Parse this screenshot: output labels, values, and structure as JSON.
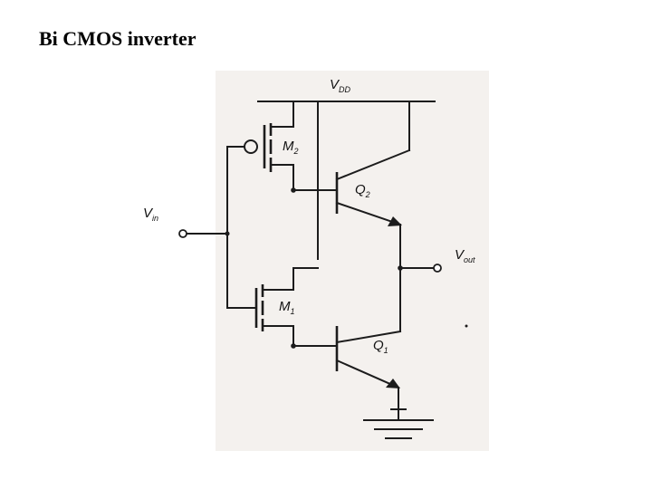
{
  "slide": {
    "title": "Bi CMOS inverter"
  },
  "circuit": {
    "labels": {
      "vdd": {
        "main": "V",
        "sub": "DD"
      },
      "vin": {
        "main": "V",
        "sub": "in"
      },
      "vout": {
        "main": "V",
        "sub": "out"
      },
      "m2": {
        "main": "M",
        "sub": "2"
      },
      "m1": {
        "main": "M",
        "sub": "1"
      },
      "q2": {
        "main": "Q",
        "sub": "2"
      },
      "q1": {
        "main": "Q",
        "sub": "1"
      }
    },
    "components": [
      {
        "name": "M2",
        "kind": "PMOS transistor"
      },
      {
        "name": "M1",
        "kind": "NMOS transistor"
      },
      {
        "name": "Q2",
        "kind": "NPN transistor"
      },
      {
        "name": "Q1",
        "kind": "NPN transistor"
      }
    ],
    "colors": {
      "paper": "#f4f1ee",
      "ink": "#1c1c1c"
    }
  }
}
